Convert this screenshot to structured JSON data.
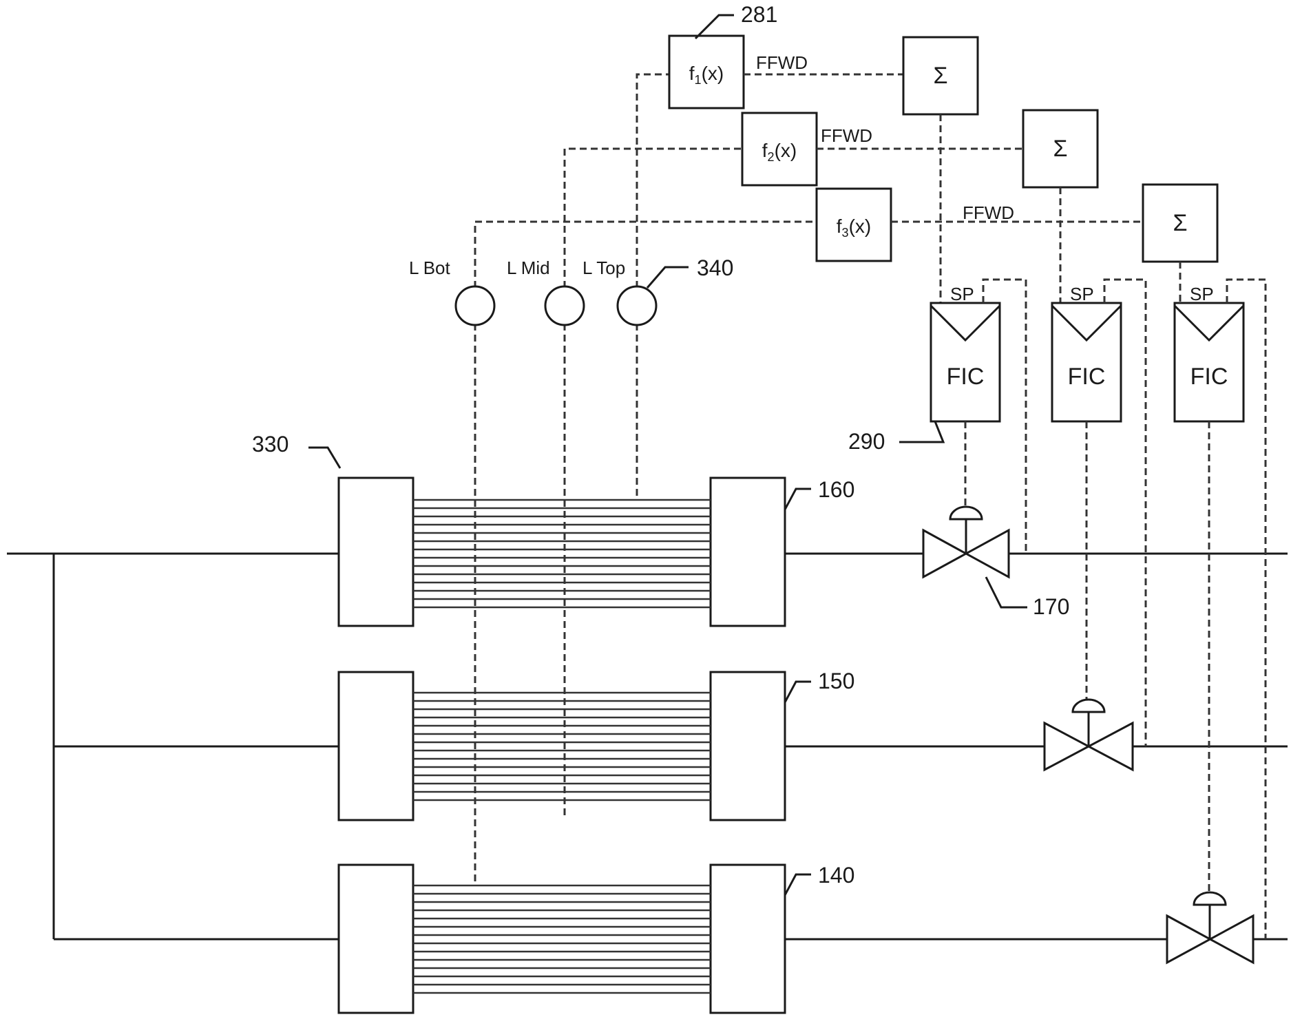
{
  "diagram": {
    "refs": {
      "r281": "281",
      "r340": "340",
      "r330": "330",
      "r160": "160",
      "r150": "150",
      "r140": "140",
      "r290": "290",
      "r170": "170"
    },
    "sensors": {
      "bot": "L Bot",
      "mid": "L Mid",
      "top": "L Top"
    },
    "functions": {
      "f1": "f",
      "f1_sub": "1",
      "f2": "f",
      "f2_sub": "2",
      "f3": "f",
      "f3_sub": "3",
      "arg": "(x)"
    },
    "signals": {
      "ffwd": "FFWD",
      "sum": "Σ",
      "sp": "SP",
      "fic": "FIC"
    }
  }
}
